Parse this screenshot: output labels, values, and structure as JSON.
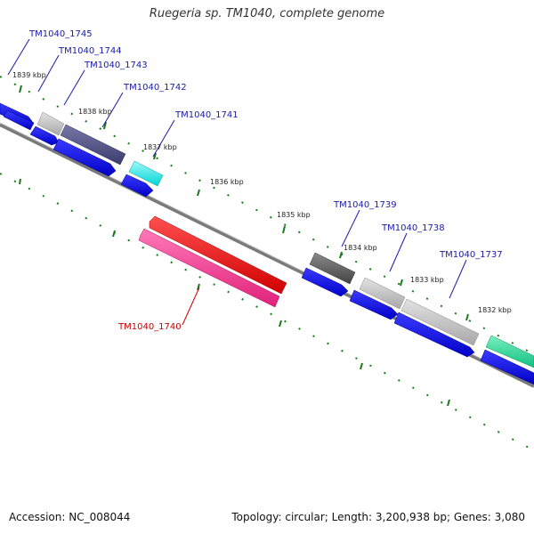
{
  "title": "Ruegeria sp. TM1040, complete genome",
  "footer": {
    "accession": "Accession: NC_008044",
    "topology": "Topology: circular; Length: 3,200,938 bp; Genes: 3,080"
  },
  "colors": {
    "cds_forward": "#0000ee",
    "cds_reverse": "#0000ee",
    "backbone": "#777777",
    "tick": "#1a7a1a",
    "label_blue": "#1a1aaa",
    "label_red": "#cc0000"
  },
  "scale_labels": [
    "1839 kbp",
    "1838 kbp",
    "1837 kbp",
    "1836 kbp",
    "1835 kbp",
    "1834 kbp",
    "1833 kbp",
    "1832 kbp"
  ],
  "gene_labels": [
    {
      "id": "TM1040_1745",
      "text": "TM1040_1745",
      "color": "blue"
    },
    {
      "id": "TM1040_1744",
      "text": "TM1040_1744",
      "color": "blue"
    },
    {
      "id": "TM1040_1743",
      "text": "TM1040_1743",
      "color": "blue"
    },
    {
      "id": "TM1040_1742",
      "text": "TM1040_1742",
      "color": "blue"
    },
    {
      "id": "TM1040_1741",
      "text": "TM1040_1741",
      "color": "blue"
    },
    {
      "id": "TM1040_1740",
      "text": "TM1040_1740",
      "color": "red"
    },
    {
      "id": "TM1040_1739",
      "text": "TM1040_1739",
      "color": "blue"
    },
    {
      "id": "TM1040_1738",
      "text": "TM1040_1738",
      "color": "blue"
    },
    {
      "id": "TM1040_1737",
      "text": "TM1040_1737",
      "color": "blue"
    }
  ]
}
